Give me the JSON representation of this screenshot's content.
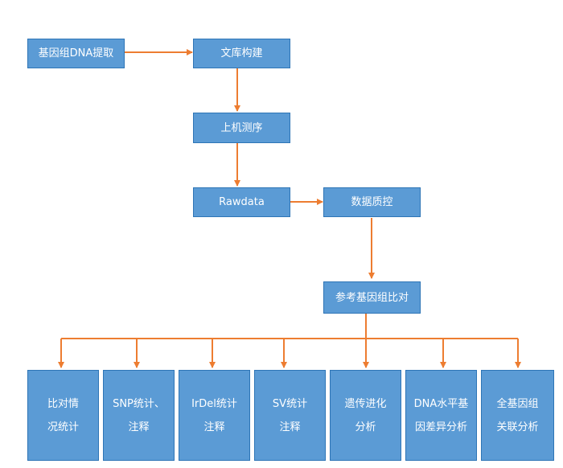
{
  "colors": {
    "box_fill": "#5b9bd5",
    "box_border": "#2e75b6",
    "arrow": "#ed7d31",
    "text": "#ffffff"
  },
  "nodes": {
    "dna_extraction": "基因组DNA提取",
    "library_construction": "文库构建",
    "sequencing": "上机测序",
    "rawdata": "Rawdata",
    "data_qc": "数据质控",
    "reference_alignment": "参考基因组比对"
  },
  "leaves": [
    "比对情\n况统计",
    "SNP统计、\n注释",
    "IrDel统计\n注释",
    "SV统计\n注释",
    "遗传进化\n分析",
    "DNA水平基\n因差异分析",
    "全基因组\n关联分析"
  ]
}
